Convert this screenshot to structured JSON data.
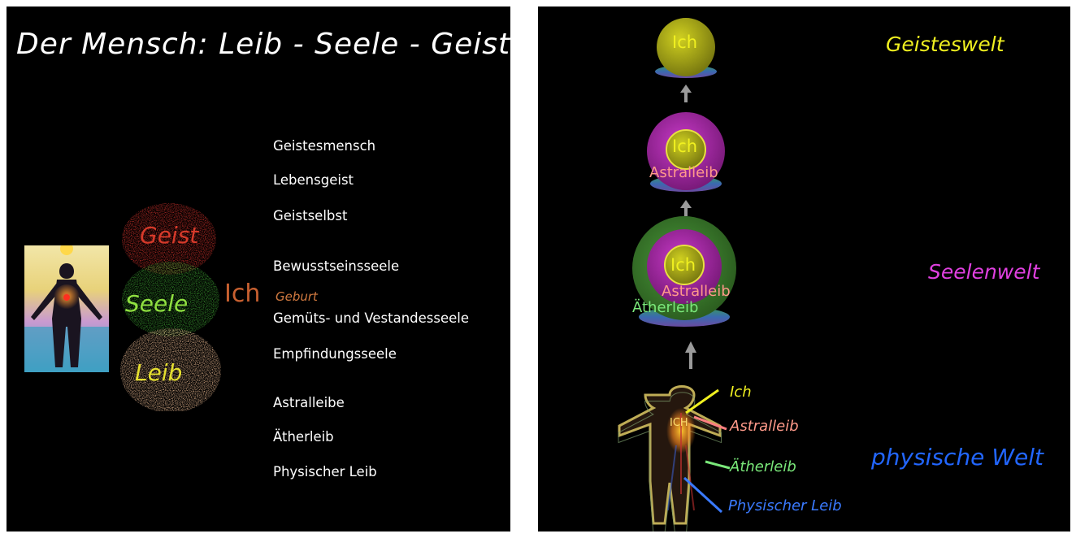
{
  "left": {
    "title": "Der Mensch: Leib - Seele - Geist",
    "blobs": {
      "geist": "Geist",
      "seele": "Seele",
      "leib": "Leib"
    },
    "ich": "Ich",
    "geburt": "Geburt",
    "list": [
      "Geistesmensch",
      "Lebensgeist",
      "Geistselbst",
      "Bewusstseinsseele",
      "Gemüts- und Vestandesseele",
      "Empfindungsseele",
      "Astralleibe",
      "Ätherleib",
      "Physischer Leib"
    ]
  },
  "right": {
    "worlds": {
      "geist": "Geisteswelt",
      "seele": "Seelenwelt",
      "physisch": "physische Welt"
    },
    "spheres": {
      "top": {
        "ich": "Ich"
      },
      "mid": {
        "ich": "Ich",
        "astral": "Astralleib"
      },
      "low": {
        "ich": "Ich",
        "astral": "Astralleib",
        "aether": "Ätherleib"
      }
    },
    "body": {
      "center": "ICH",
      "labels": {
        "ich": "Ich",
        "astral": "Astralleib",
        "aether": "Ätherleib",
        "physisch": "Physischer Leib"
      }
    }
  },
  "colors": {
    "yellow": "#f0f020",
    "magenta": "#e040e0",
    "blue": "#2266ff",
    "astral_pink": "#ff9a8a",
    "aether_green": "#7ae87a",
    "geist_red": "#d63a2a",
    "seele_green": "#90e040",
    "leib_yellow": "#e6e030",
    "ich_orange": "#c86030"
  }
}
